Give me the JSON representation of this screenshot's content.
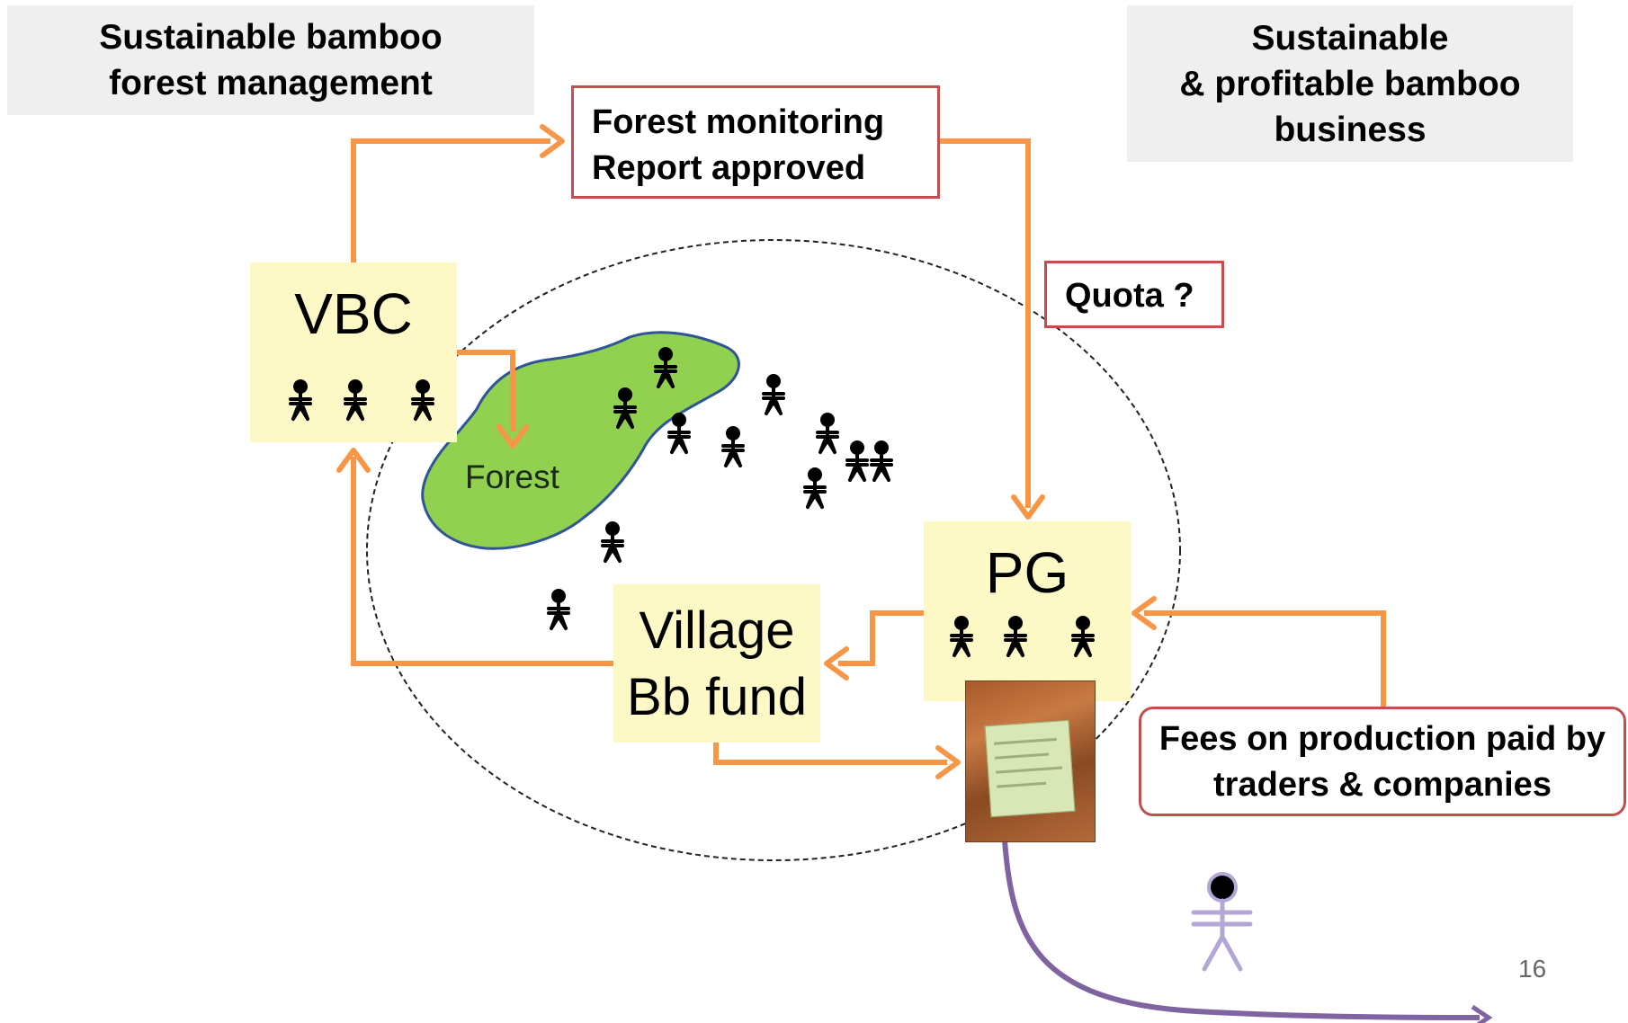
{
  "header_left": {
    "line1": "Sustainable bamboo",
    "line2": "forest management"
  },
  "header_right": {
    "line1": "Sustainable",
    "line2": "& profitable bamboo",
    "line3": "business"
  },
  "monitoring": {
    "line1": "Forest monitoring",
    "line2": "Report approved"
  },
  "quota": {
    "label": "Quota ?"
  },
  "vbc": {
    "label": "VBC"
  },
  "pg": {
    "label": "PG"
  },
  "fund": {
    "line1": "Village",
    "line2": "Bb fund"
  },
  "forest": {
    "label": "Forest"
  },
  "fees": {
    "line1": "Fees on production paid by",
    "line2": "traders & companies"
  },
  "slide_number": "16",
  "colors": {
    "arrow": "#f79646",
    "red_border": "#c0504d",
    "yellow_fill": "#fcf9c6",
    "forest_fill": "#92d050",
    "forest_stroke": "#2f5597",
    "purple": "#8064a2",
    "gray_fill": "#efefef"
  },
  "icons": [
    "person-icon",
    "trader-person-icon",
    "bamboo-product-package"
  ]
}
